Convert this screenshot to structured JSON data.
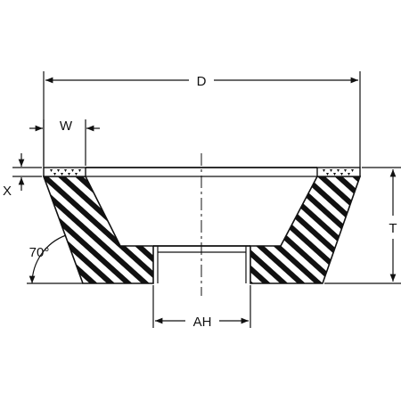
{
  "labels": {
    "diameter": "D",
    "rim_width": "W",
    "abrasive_depth": "X",
    "thickness": "T",
    "arbor_hole": "AH",
    "angle": "70°"
  },
  "colors": {
    "ink": "#111111",
    "background": "#ffffff"
  }
}
